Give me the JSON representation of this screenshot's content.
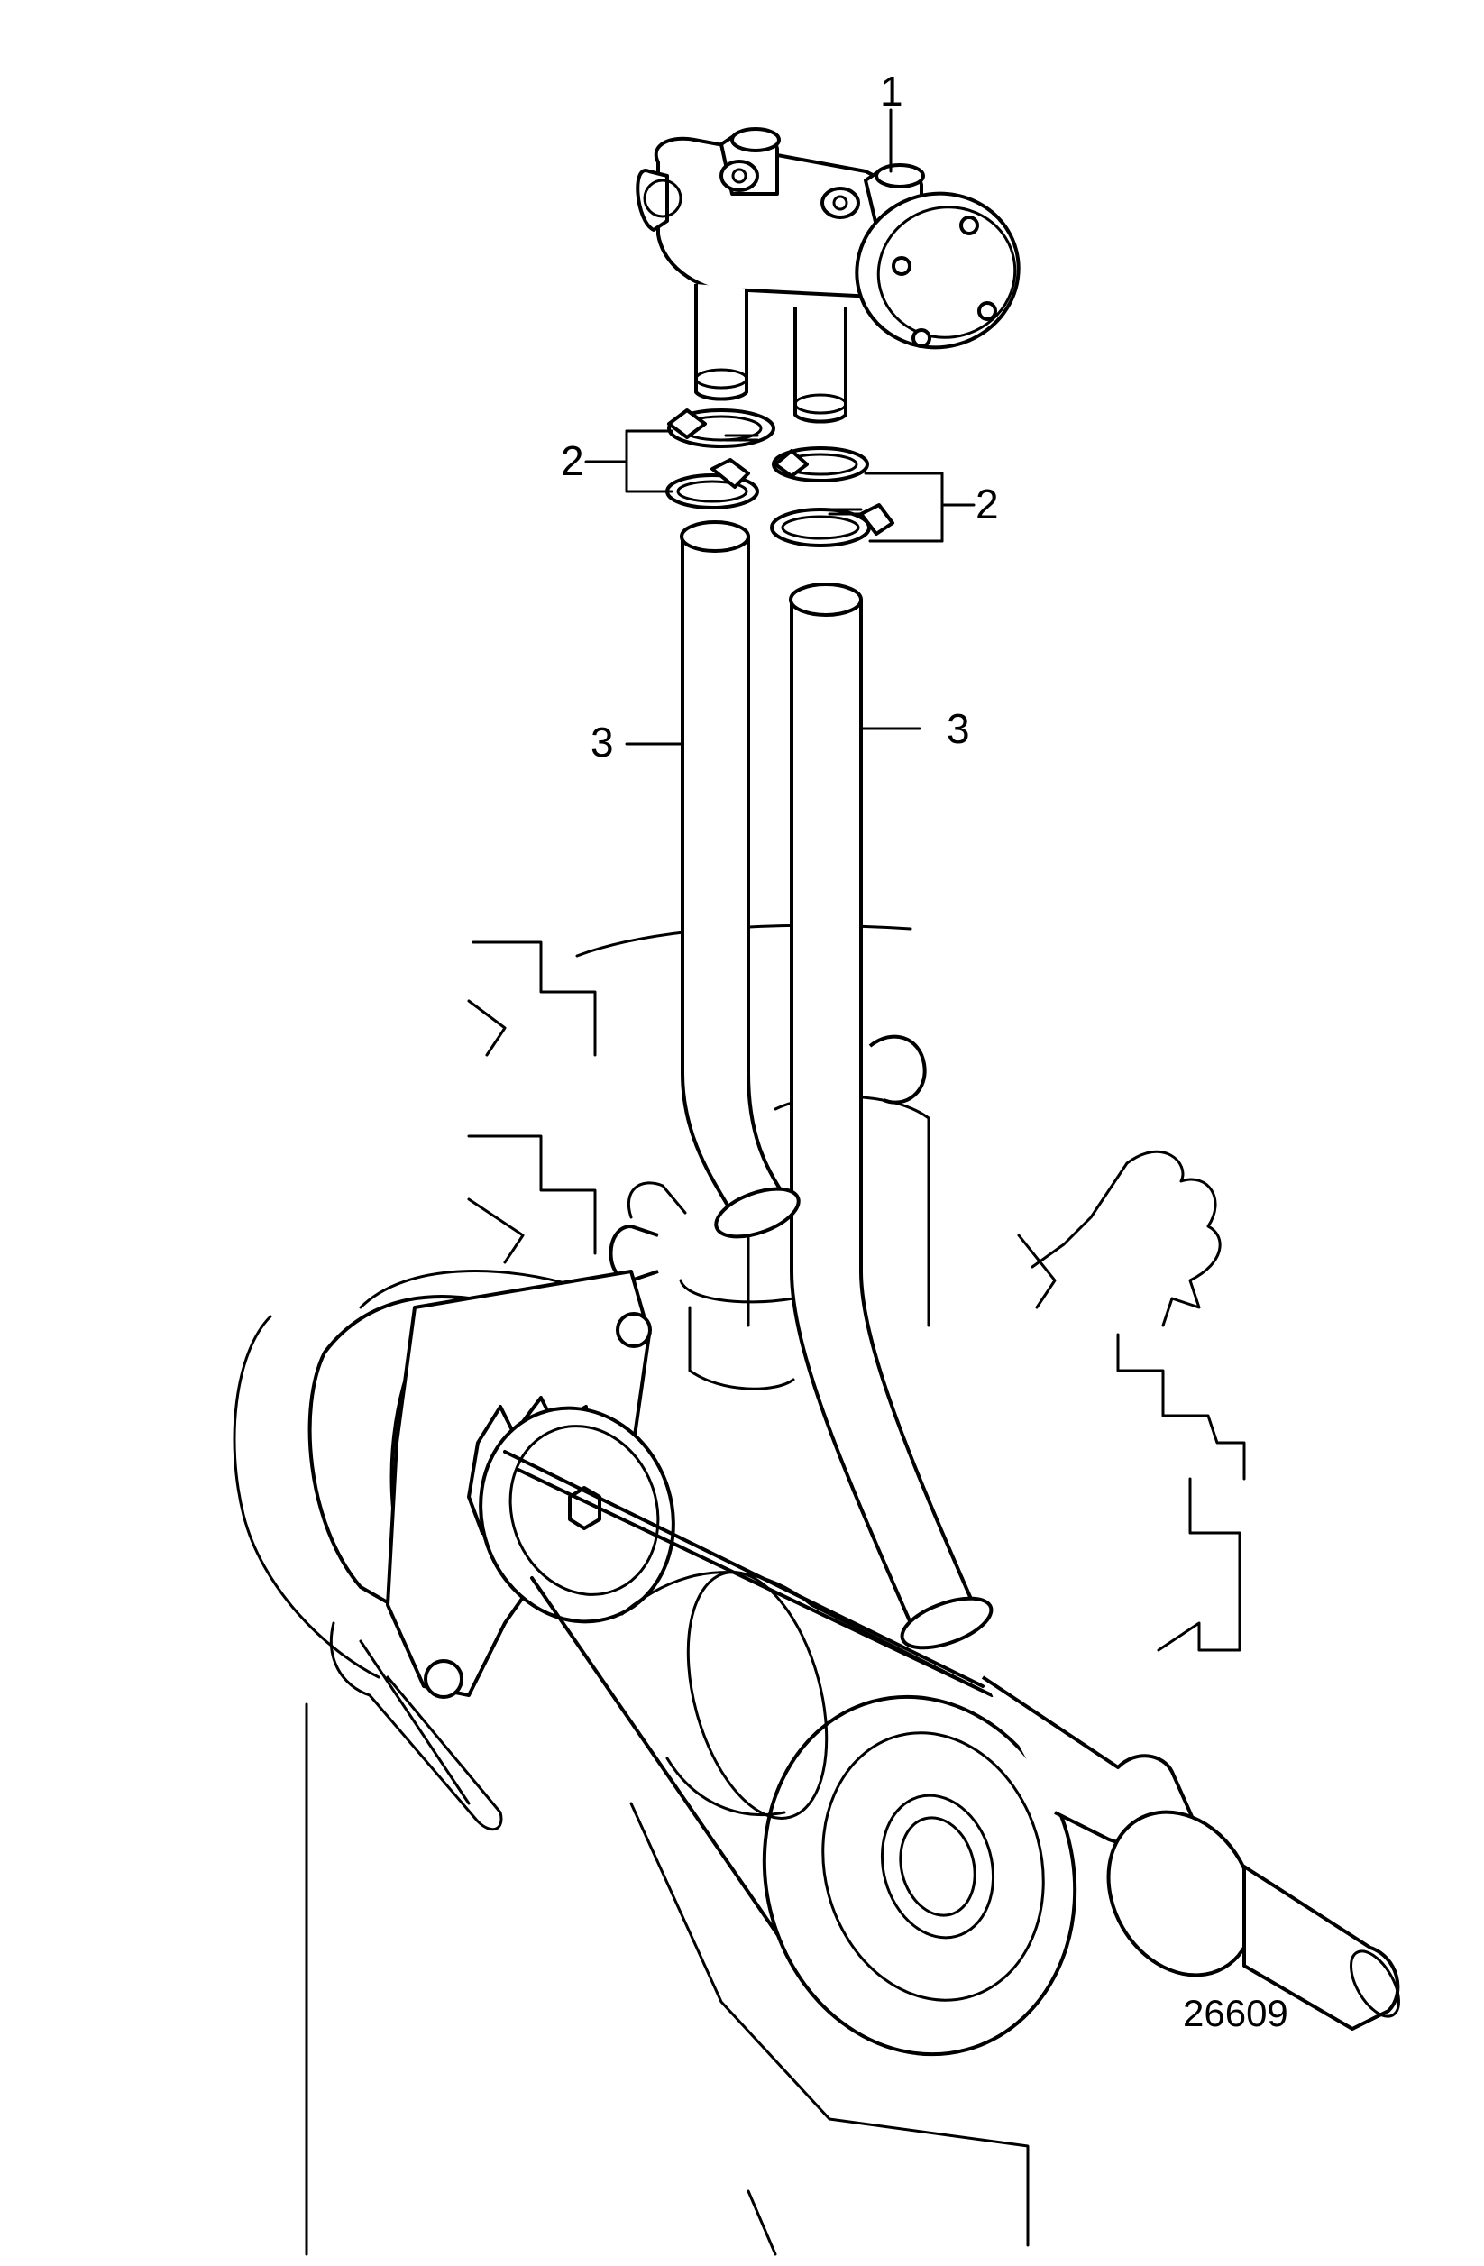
{
  "callouts": {
    "part_1": "1",
    "part_2_left": "2",
    "part_2_right": "2",
    "part_3_left": "3",
    "part_3_right": "3"
  },
  "figure_number": "26609",
  "colors": {
    "ink": "#000000",
    "paper": "#ffffff"
  }
}
